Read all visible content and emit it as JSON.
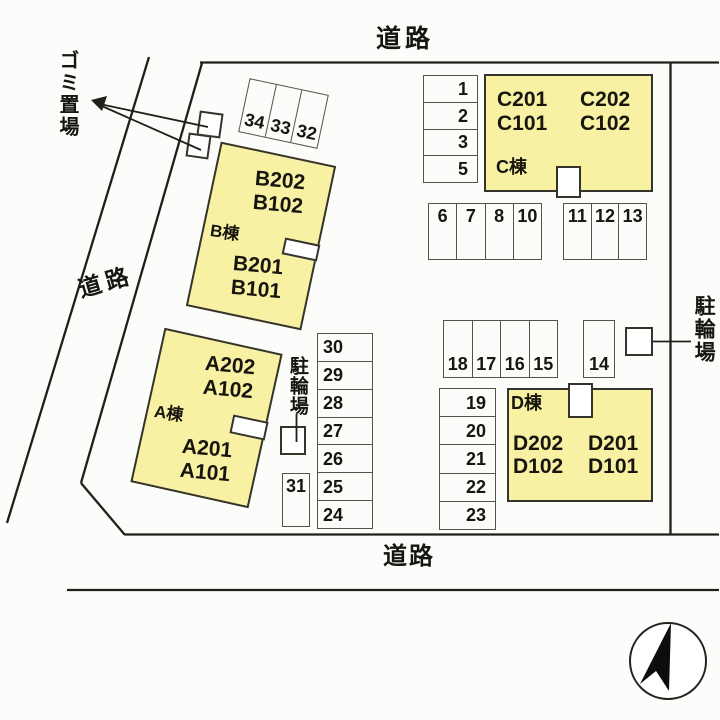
{
  "plan": {
    "road_labels": {
      "top": "道路",
      "left": "道路",
      "bottom": "道路"
    },
    "garbage_area": {
      "label": "ゴミ置場"
    },
    "bicycle_areas": {
      "center_label": "駐輪場",
      "right_label": "駐輪場"
    },
    "buildings": {
      "a": {
        "name": "A棟",
        "upper": [
          "A202",
          "A102"
        ],
        "lower": [
          "A201",
          "A101"
        ]
      },
      "b": {
        "name": "B棟",
        "upper": [
          "B202",
          "B102"
        ],
        "lower": [
          "B201",
          "B101"
        ]
      },
      "c": {
        "name": "C棟",
        "top_row": [
          "C201",
          "C202"
        ],
        "bottom_row": [
          "C101",
          "C102"
        ]
      },
      "d": {
        "name": "D棟",
        "top_row": [
          "D202",
          "D201"
        ],
        "bottom_row": [
          "D102",
          "D101"
        ]
      }
    },
    "parking": {
      "col_1_5": [
        "1",
        "2",
        "3",
        "5"
      ],
      "row_6_10": [
        "6",
        "7",
        "8",
        "10"
      ],
      "row_11_13": [
        "11",
        "12",
        "13"
      ],
      "cell_14": [
        "14"
      ],
      "row_15_18": [
        "18",
        "17",
        "16",
        "15"
      ],
      "col_19_23": [
        "19",
        "20",
        "21",
        "22",
        "23"
      ],
      "col_24_30": [
        "30",
        "29",
        "28",
        "27",
        "26",
        "25",
        "24"
      ],
      "cell_31": [
        "31"
      ],
      "row_32_34": [
        "34",
        "33",
        "32"
      ]
    },
    "colors": {
      "building_fill": "#F8F0A2",
      "building_outline": "#34342B",
      "parking_border": "#54544B",
      "line": "#1F1F1C"
    }
  }
}
